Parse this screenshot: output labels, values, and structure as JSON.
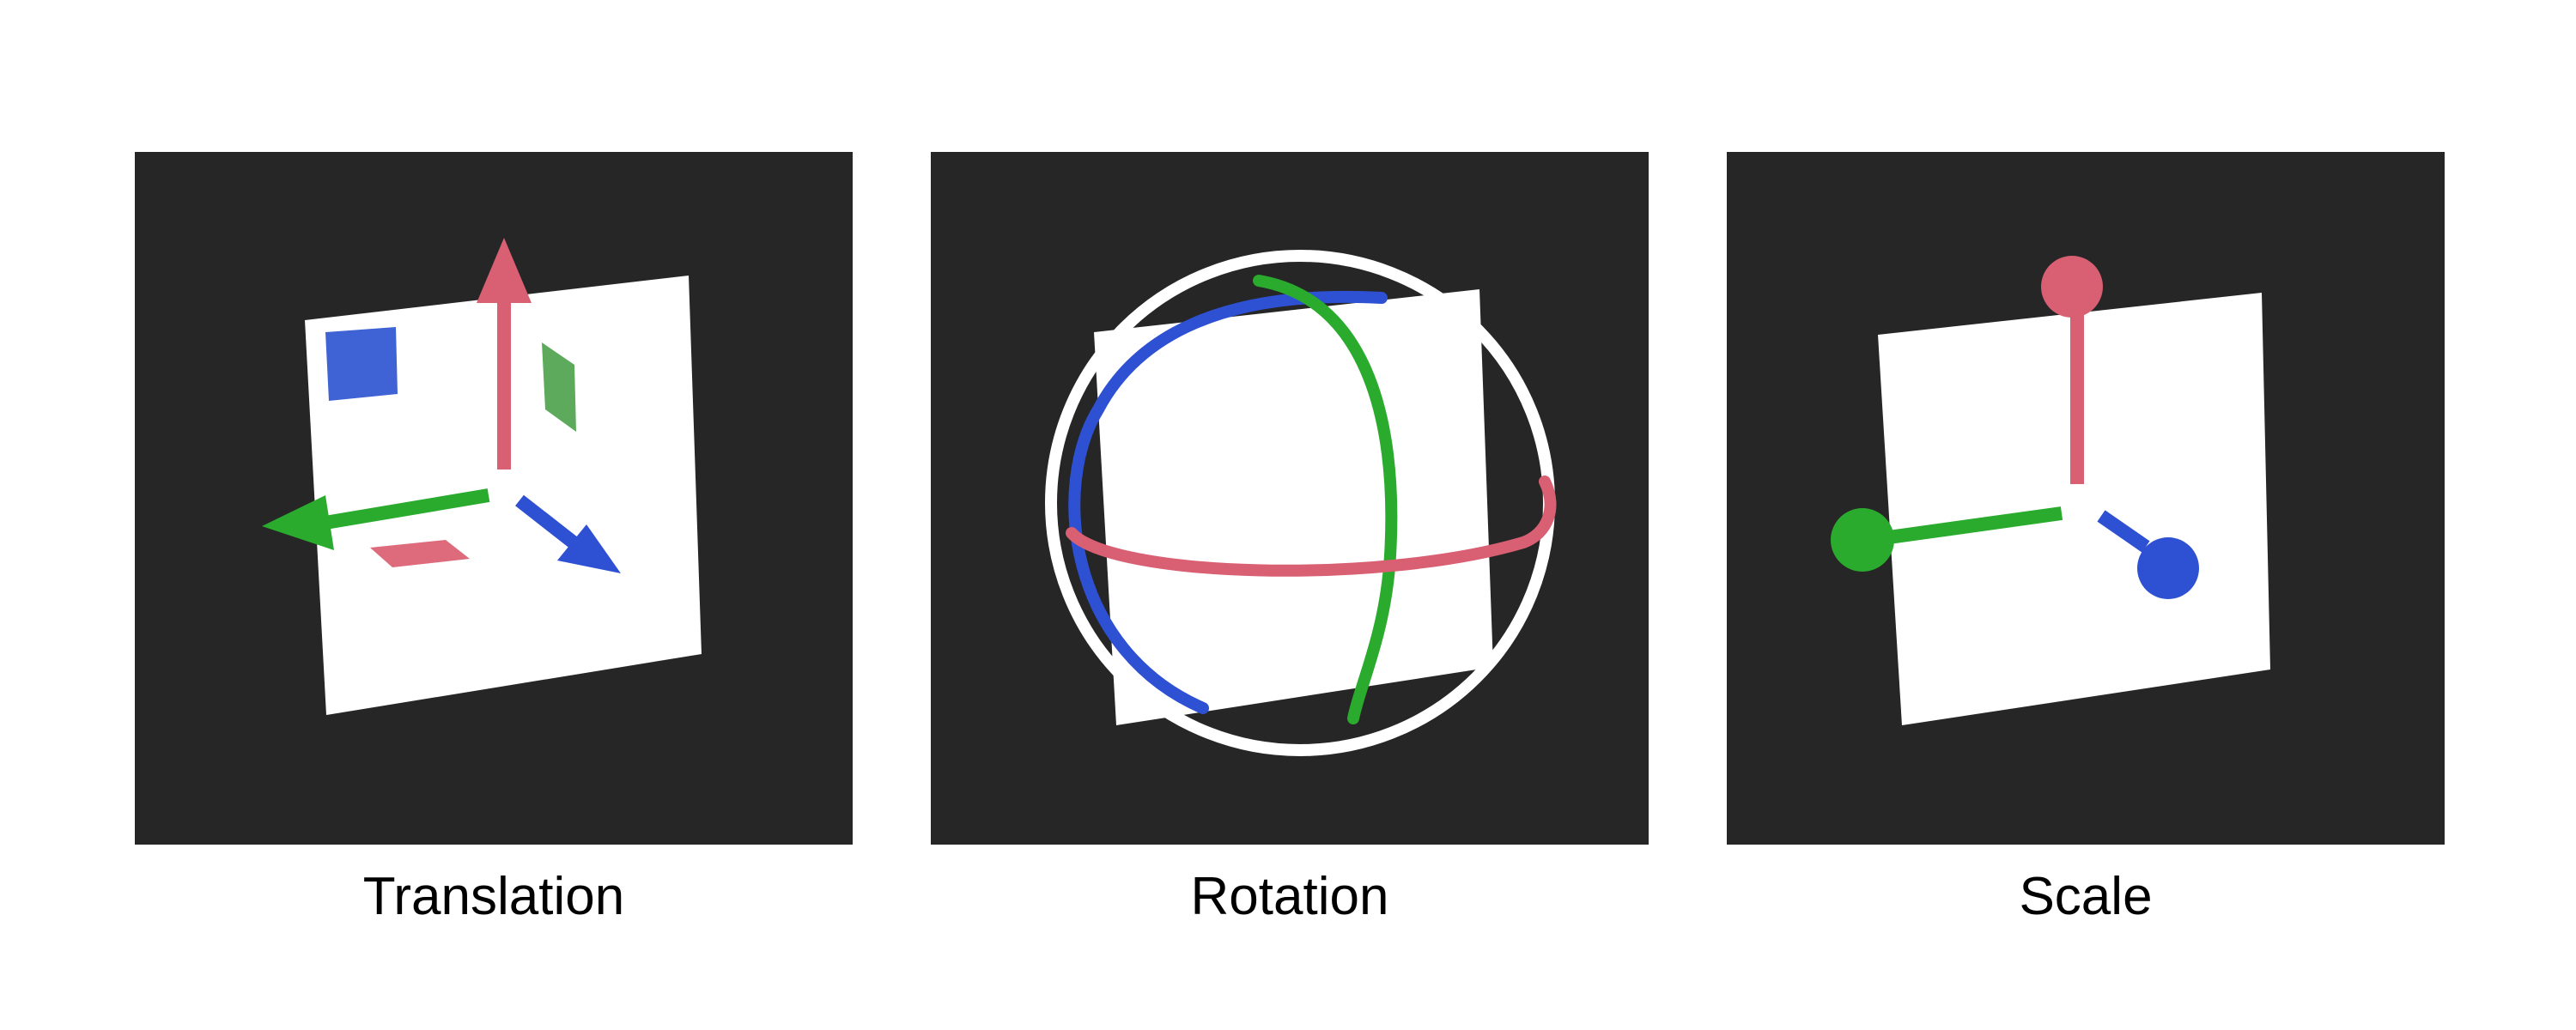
{
  "colors": {
    "background": "#ffffff",
    "viewport": "#262626",
    "plane": "#ffffff",
    "axis_x": "#d95f73",
    "axis_y": "#2aab2e",
    "axis_z": "#2e50d3",
    "caption_text": "#000000"
  },
  "panels": [
    {
      "caption": "Translation",
      "gizmo": "translate-arrows"
    },
    {
      "caption": "Rotation",
      "gizmo": "rotate-rings"
    },
    {
      "caption": "Scale",
      "gizmo": "scale-handles"
    }
  ]
}
